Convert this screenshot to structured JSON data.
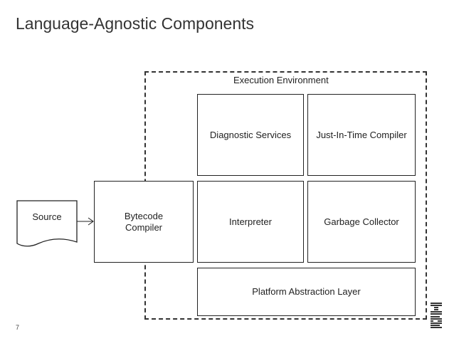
{
  "title": "Language-Agnostic Components",
  "environment": {
    "label": "Execution Environment"
  },
  "components": {
    "diagnostic": "Diagnostic Services",
    "jit": "Just-In-Time Compiler",
    "interpreter": "Interpreter",
    "gc": "Garbage Collector",
    "pal": "Platform Abstraction Layer"
  },
  "bytecode_compiler": "Bytecode\nCompiler",
  "source": "Source",
  "page_number": "7",
  "logo": {
    "text": "IBM",
    "color": "#333333"
  }
}
